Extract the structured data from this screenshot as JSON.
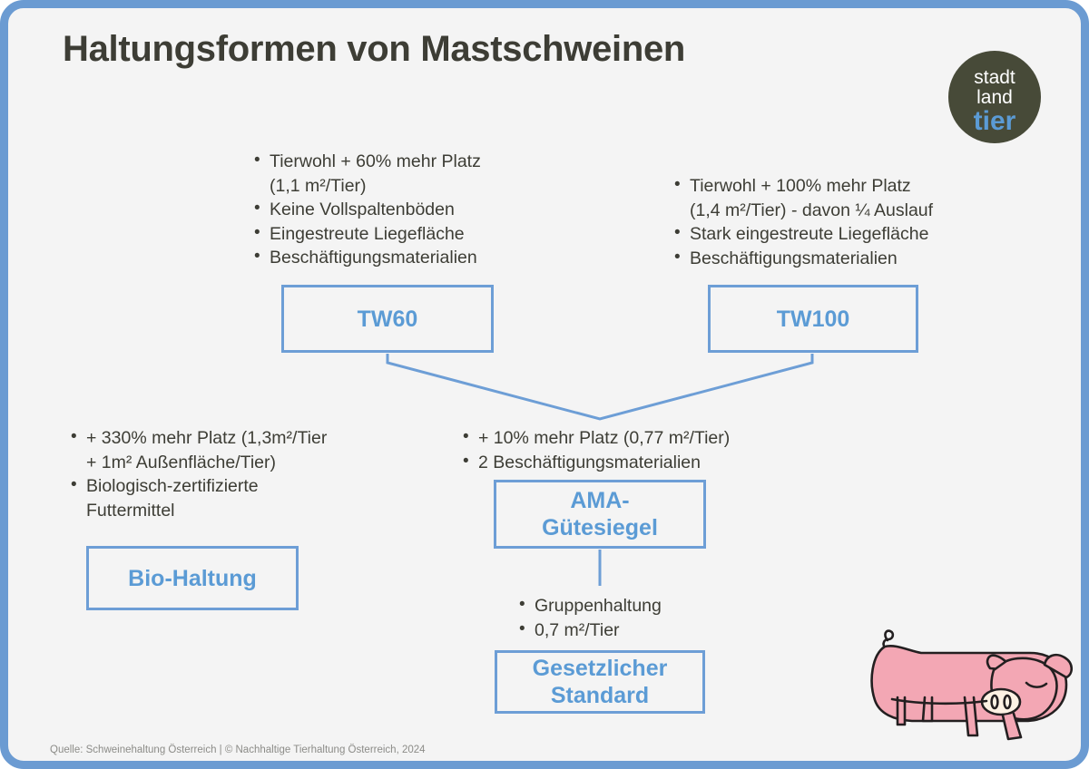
{
  "page": {
    "title": "Haltungsformen von Mastschweinen",
    "border_color": "#6b9bd2",
    "background_color": "#f4f4f4",
    "accent_color": "#5b9bd5",
    "text_color": "#3d3d35"
  },
  "logo": {
    "name": "stadt-land-tier-logo",
    "line1": "stadt",
    "line2": "land",
    "line3": "tier",
    "circle_color": "#474a38",
    "accent_color": "#5b9bd5"
  },
  "nodes": {
    "tw60": {
      "label": "TW60",
      "bullets": [
        "Tierwohl + 60% mehr Platz (1,1 m²/Tier)",
        "Keine Vollspaltenböden",
        "Eingestreute Liegefläche",
        "Beschäftigungsmaterialien"
      ],
      "bullet_lines": [
        [
          "Tierwohl + 60% mehr Platz",
          "(1,1 m²/Tier)"
        ],
        [
          "Keine Vollspaltenböden"
        ],
        [
          "Eingestreute Liegefläche"
        ],
        [
          "Beschäftigungsmaterialien"
        ]
      ]
    },
    "tw100": {
      "label": "TW100",
      "bullets": [
        "Tierwohl + 100% mehr Platz (1,4 m²/Tier) - davon ¼ Auslauf",
        "Stark eingestreute Liegefläche",
        "Beschäftigungsmaterialien"
      ],
      "bullet_lines": [
        [
          "Tierwohl + 100% mehr Platz",
          "(1,4 m²/Tier) - davon ¼ Auslauf"
        ],
        [
          "Stark eingestreute Liegefläche"
        ],
        [
          "Beschäftigungsmaterialien"
        ]
      ]
    },
    "bio": {
      "label": "Bio-Haltung",
      "bullets": [
        "+ 330% mehr Platz (1,3m²/Tier + 1m² Außenfläche/Tier)",
        "Biologisch-zertifizierte Futtermittel"
      ],
      "bullet_lines": [
        [
          "+ 330% mehr Platz (1,3m²/Tier",
          "+ 1m² Außenfläche/Tier)"
        ],
        [
          "Biologisch-zertifizierte",
          "Futtermittel"
        ]
      ]
    },
    "ama": {
      "label_line1": "AMA-",
      "label_line2": "Gütesiegel",
      "bullets": [
        "+ 10% mehr Platz (0,77 m²/Tier)",
        "2 Beschäftigungsmaterialien"
      ],
      "bullet_lines": [
        [
          "+ 10% mehr Platz (0,77 m²/Tier)"
        ],
        [
          "2 Beschäftigungsmaterialien"
        ]
      ]
    },
    "gesetzlich": {
      "label_line1": "Gesetzlicher",
      "label_line2": "Standard",
      "bullets": [
        "Gruppenhaltung",
        "0,7 m²/Tier"
      ],
      "bullet_lines": [
        [
          "Gruppenhaltung"
        ],
        [
          "0,7 m²/Tier"
        ]
      ]
    }
  },
  "pig": {
    "name": "pig-illustration",
    "body_color": "#f3a7b4",
    "outline_color": "#231f20",
    "snout_color": "#fdf2e3"
  },
  "source": {
    "text": "Quelle: Schweinehaltung Österreich | © Nachhaltige Tierhaltung Österreich, 2024"
  }
}
